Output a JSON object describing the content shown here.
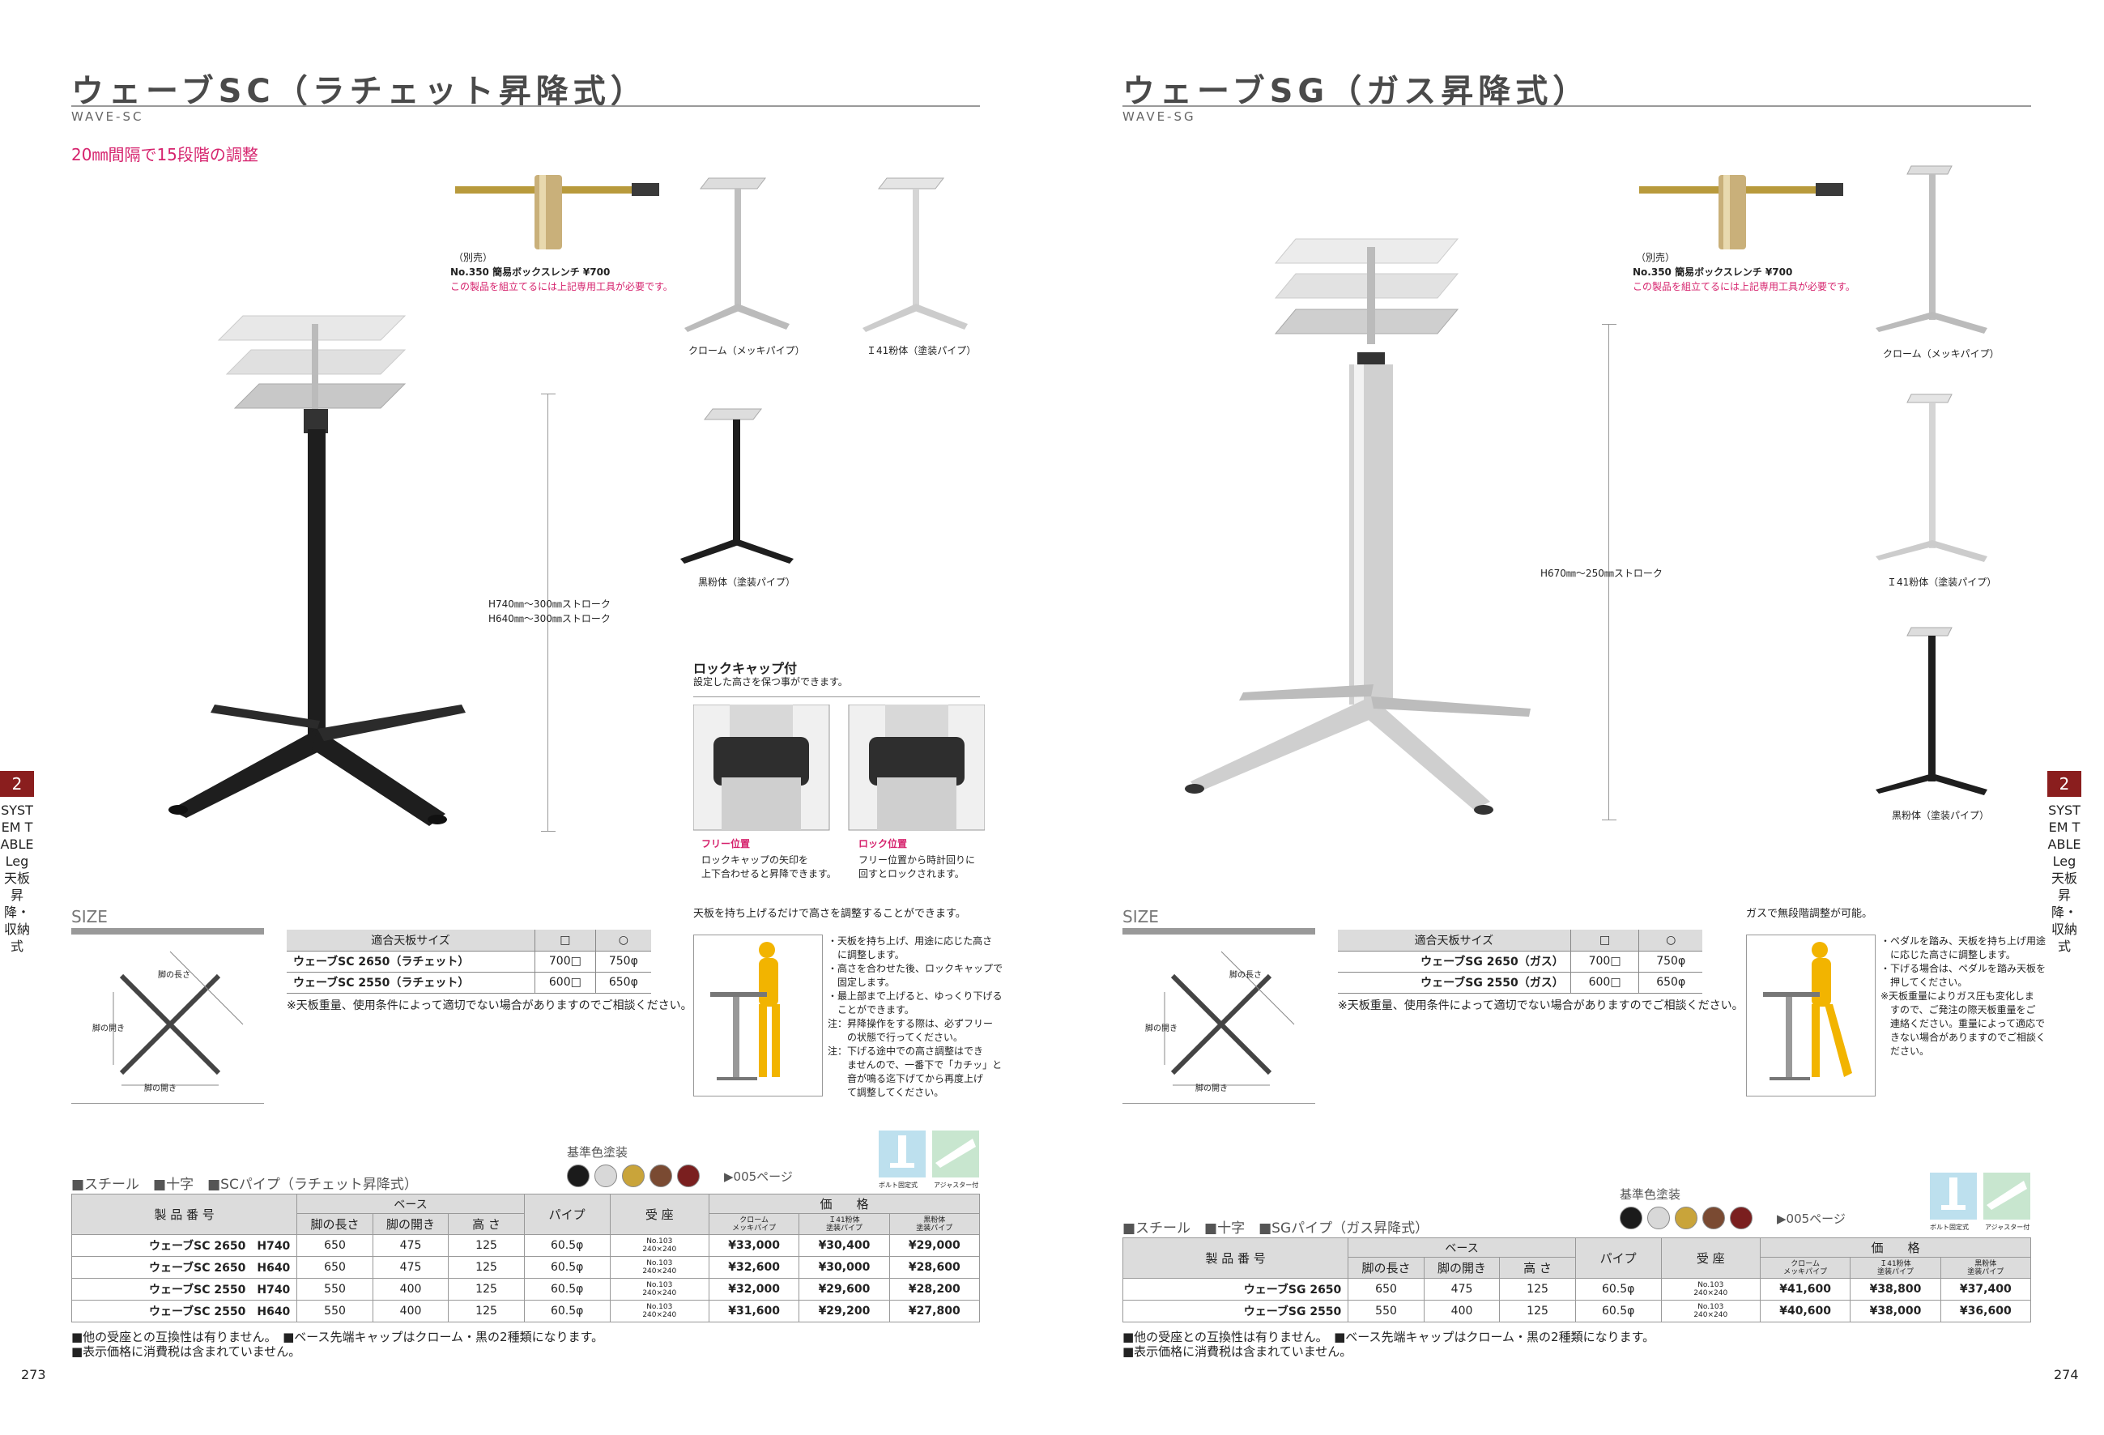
{
  "left": {
    "title": "ウェーブSC（ラチェット昇降式）",
    "subtitle": "WAVE-SC",
    "lead": "20㎜間隔で15段階の調整",
    "wrench": {
      "note1": "（別売）",
      "note2": "No.350 簡易ボックスレンチ ¥700",
      "note3": "この製品を組立てるには上記専用工具が必要です。"
    },
    "height_note1": "H740㎜～300㎜ストローク",
    "height_note2": "H640㎜～300㎜ストローク",
    "captions": {
      "chrome": "クローム（メッキパイプ）",
      "i41": "Ｉ41粉体（塗装パイプ）",
      "black": "黒粉体（塗装パイプ）"
    },
    "lockcap": {
      "title": "ロックキャップ付",
      "desc": "設定した高さを保つ事ができます。",
      "free_title": "フリー位置",
      "free_text1": "ロックキャップの矢印を",
      "free_text2": "上下合わせると昇降できます。",
      "lock_title": "ロック位置",
      "lock_text1": "フリー位置から時計回りに",
      "lock_text2": "回すとロックされます。"
    },
    "size_label": "SIZE",
    "size_labels": {
      "leg_length": "脚の長さ",
      "leg_open": "脚の開き",
      "leg_open2": "脚の開き"
    },
    "fit_table": {
      "header": [
        "適合天板サイズ",
        "□",
        "○"
      ],
      "rows": [
        [
          "ウェーブSC 2650（ラチェット）",
          "700□",
          "750φ"
        ],
        [
          "ウェーブSC 2550（ラチェット）",
          "600□",
          "650φ"
        ]
      ],
      "note": "※天板重量、使用条件によって適切でない場合がありますのでご相談ください。"
    },
    "lift": {
      "title": "天板を持ち上げるだけで高さを調整することができます。",
      "items": [
        "・天板を持ち上げ、用途に応じた高さ",
        "　に調整します。",
        "・高さを合わせた後、ロックキャップで",
        "　固定します。",
        "・最上部まで上げると、ゆっくり下げる",
        "　ことができます。",
        "注：昇降操作をする際は、必ずフリー",
        "　　の状態で行ってください。",
        "注：下げる途中での高さ調整はでき",
        "　　ませんので、一番下で「カチッ」と",
        "　　音が鳴る迄下げてから再度上げ",
        "　　て調整してください。"
      ]
    },
    "color_label": "基準色塗装",
    "color_ref": "▶005ページ",
    "icon_labels": [
      "ボルト固定式",
      "アジャスター付"
    ],
    "spec_label": "■スチール　■十字　■SCパイプ（ラチェット昇降式）",
    "spec": {
      "h_product": "製 品 番 号",
      "h_base": "ベース",
      "h_pipe": "パイプ",
      "h_seat": "受 座",
      "h_price": "価　　格",
      "h_leglen": "脚の長さ",
      "h_legopen": "脚の開き",
      "h_height": "高 さ",
      "h_chrome1": "クローム",
      "h_chrome2": "メッキパイプ",
      "h_i41a": "Ｉ41粉体",
      "h_i41b": "塗装パイプ",
      "h_blacka": "黒粉体",
      "h_blackb": "塗装パイプ",
      "rows": [
        {
          "name": "ウェーブSC 2650　H740",
          "len": "650",
          "open": "475",
          "h": "125",
          "pipe": "60.5φ",
          "seat1": "No.103",
          "seat2": "240×240",
          "p1": "¥33,000",
          "p2": "¥30,400",
          "p3": "¥29,000"
        },
        {
          "name": "ウェーブSC 2650　H640",
          "len": "650",
          "open": "475",
          "h": "125",
          "pipe": "60.5φ",
          "seat1": "No.103",
          "seat2": "240×240",
          "p1": "¥32,600",
          "p2": "¥30,000",
          "p3": "¥28,600"
        },
        {
          "name": "ウェーブSC 2550　H740",
          "len": "550",
          "open": "400",
          "h": "125",
          "pipe": "60.5φ",
          "seat1": "No.103",
          "seat2": "240×240",
          "p1": "¥32,000",
          "p2": "¥29,600",
          "p3": "¥28,200"
        },
        {
          "name": "ウェーブSC 2550　H640",
          "len": "550",
          "open": "400",
          "h": "125",
          "pipe": "60.5φ",
          "seat1": "No.103",
          "seat2": "240×240",
          "p1": "¥31,600",
          "p2": "¥29,200",
          "p3": "¥27,800"
        }
      ]
    },
    "footer1": "■他の受座との互換性は有りません。　■ベース先端キャップはクローム・黒の2種類になります。",
    "footer2": "■表示価格に消費税は含まれていません。",
    "page_no": "273"
  },
  "right": {
    "title": "ウェーブSG（ガス昇降式）",
    "subtitle": "WAVE-SG",
    "wrench": {
      "note1": "（別売）",
      "note2": "No.350 簡易ボックスレンチ ¥700",
      "note3": "この製品を組立てるには上記専用工具が必要です。"
    },
    "height_note": "H670㎜～250㎜ストローク",
    "captions": {
      "chrome": "クローム（メッキパイプ）",
      "i41": "Ｉ41粉体（塗装パイプ）",
      "black": "黒粉体（塗装パイプ）"
    },
    "size_label": "SIZE",
    "size_labels": {
      "leg_length": "脚の長さ",
      "leg_open": "脚の開き",
      "leg_open2": "脚の開き"
    },
    "fit_table": {
      "header": [
        "適合天板サイズ",
        "□",
        "○"
      ],
      "rows": [
        [
          "ウェーブSG 2650（ガス）",
          "700□",
          "750φ"
        ],
        [
          "ウェーブSG 2550（ガス）",
          "600□",
          "650φ"
        ]
      ],
      "note": "※天板重量、使用条件によって適切でない場合がありますのでご相談ください。"
    },
    "gas": {
      "title": "ガスで無段階調整が可能。",
      "items": [
        "・ペダルを踏み、天板を持ち上げ用途",
        "　に応じた高さに調整します。",
        "・下げる場合は、ペダルを踏み天板を",
        "　押してください。",
        "※天板重量によりガス圧も変化しま",
        "　すので、ご発注の際天板重量をご",
        "　連絡ください。重量によって適応で",
        "　きない場合がありますのでご相談く",
        "　ださい。"
      ]
    },
    "color_label": "基準色塗装",
    "color_ref": "▶005ページ",
    "icon_labels": [
      "ボルト固定式",
      "アジャスター付"
    ],
    "spec_label": "■スチール　■十字　■SGパイプ（ガス昇降式）",
    "spec": {
      "h_product": "製 品 番 号",
      "h_base": "ベース",
      "h_pipe": "パイプ",
      "h_seat": "受 座",
      "h_price": "価　　格",
      "h_leglen": "脚の長さ",
      "h_legopen": "脚の開き",
      "h_height": "高 さ",
      "h_chrome1": "クローム",
      "h_chrome2": "メッキパイプ",
      "h_i41a": "Ｉ41粉体",
      "h_i41b": "塗装パイプ",
      "h_blacka": "黒粉体",
      "h_blackb": "塗装パイプ",
      "rows": [
        {
          "name": "ウェーブSG 2650",
          "len": "650",
          "open": "475",
          "h": "125",
          "pipe": "60.5φ",
          "seat1": "No.103",
          "seat2": "240×240",
          "p1": "¥41,600",
          "p2": "¥38,800",
          "p3": "¥37,400"
        },
        {
          "name": "ウェーブSG 2550",
          "len": "550",
          "open": "400",
          "h": "125",
          "pipe": "60.5φ",
          "seat1": "No.103",
          "seat2": "240×240",
          "p1": "¥40,600",
          "p2": "¥38,000",
          "p3": "¥36,600"
        }
      ]
    },
    "footer1": "■他の受座との互換性は有りません。　■ベース先端キャップはクローム・黒の2種類になります。",
    "footer2": "■表示価格に消費税は含まれていません。",
    "page_no": "274"
  },
  "side": {
    "num": "2",
    "text": "SYSTEM TABLE Leg 天板昇降・収納式"
  },
  "colors": {
    "swatches": [
      "#1b1b1b",
      "#d8d8d8",
      "#c9a43a",
      "#7a4a32",
      "#7a1f1f"
    ],
    "accent": "#d6246e",
    "tab": "#8a1e1e"
  }
}
